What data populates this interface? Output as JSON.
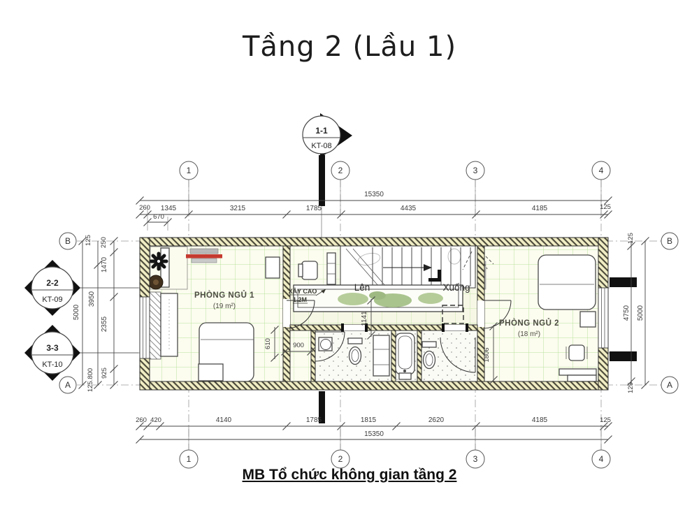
{
  "title": "Tầng 2 (Lầu 1)",
  "caption": "MB Tổ chức không gian tầng 2",
  "markers": {
    "top": {
      "code": "1-1",
      "sheet": "KT-08"
    },
    "left_upper": {
      "code": "2-2",
      "sheet": "KT-09"
    },
    "left_lower": {
      "code": "3-3",
      "sheet": "KT-10"
    }
  },
  "grid": {
    "cols": [
      "1",
      "2",
      "3",
      "4"
    ],
    "rows": [
      "B",
      "A"
    ]
  },
  "dims": {
    "top_overall": "15350",
    "top_chain": [
      "260",
      "1345",
      "3215",
      "1785",
      "4435",
      "4185",
      "125"
    ],
    "top_sub": "670",
    "bottom_chain": [
      "260",
      "420",
      "4140",
      "1785",
      "1815",
      "2620",
      "4185",
      "125"
    ],
    "bottom_overall": "15350",
    "left": [
      "125",
      "250",
      "1470",
      "3950",
      "5000",
      "2355",
      "925",
      "125.800"
    ],
    "right": [
      "125",
      "4750",
      "5000",
      "125"
    ],
    "interior": [
      "1141",
      "900",
      "610",
      "1806"
    ]
  },
  "rooms": {
    "bedroom1": {
      "name": "PHÒNG NGỦ 1",
      "area": "(19 m²)"
    },
    "bedroom2": {
      "name": "PHÒNG NGỦ 2",
      "area": "(18 m²)"
    },
    "note1": "XÂY CAO",
    "note2": "1.2M",
    "up": "Lên",
    "down": "Xuống"
  },
  "colors": {
    "wall_fill": "#f0edc4",
    "tile_green": "#b9e39b",
    "accent_red": "#c63a30",
    "marker_black": "#111111"
  }
}
